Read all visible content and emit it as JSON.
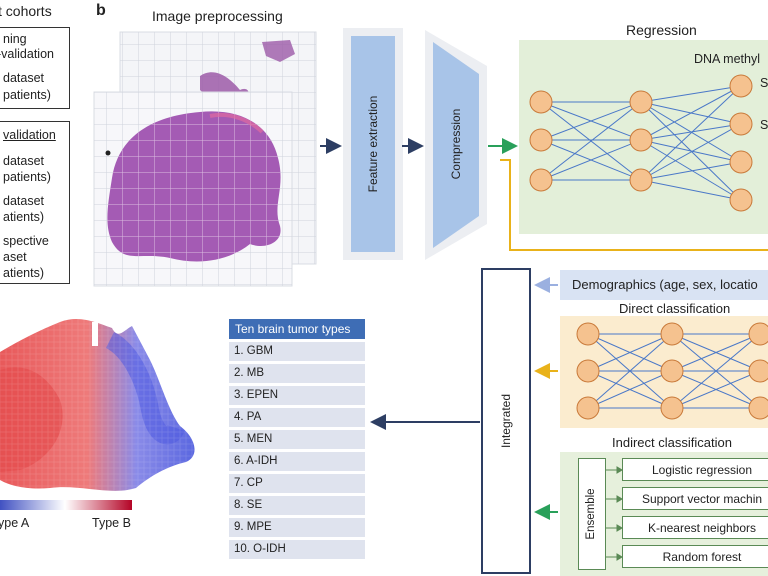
{
  "panel_b_label": "b",
  "cohorts": {
    "title": "t cohorts",
    "box1_lines": [
      "ning",
      "-validation",
      "dataset",
      "patients)"
    ],
    "validation_title": "validation",
    "box2_lines": [
      "dataset",
      "patients)",
      "dataset",
      "atients)",
      "spective",
      "aset",
      "atients)"
    ]
  },
  "preprocessing_label": "Image preprocessing",
  "feature_extraction_label": "Feature extraction",
  "compression_label": "Compression",
  "regression": {
    "title": "Regression",
    "subtitle": "DNA methyl",
    "site_labels": [
      "Si",
      "Si"
    ]
  },
  "demographics_label": "Demographics (age, sex, locatio",
  "direct_classification_label": "Direct classification",
  "indirect_classification_label": "Indirect classification",
  "integrated_label": "Integrated",
  "ensemble_label": "Ensemble",
  "methods": [
    "Logistic regression",
    "Support vector machin",
    "K-nearest neighbors",
    "Random forest"
  ],
  "tumor_types": {
    "header": "Ten brain tumor types",
    "items": [
      "1. GBM",
      "2. MB",
      "3. EPEN",
      "4. PA",
      "5. MEN",
      "6. A-IDH",
      "7. CP",
      "8. SE",
      "9. MPE",
      "10. O-IDH"
    ]
  },
  "heatmap_legend": {
    "left": "ype A",
    "right": "Type B",
    "colors": [
      "#3b4cc0",
      "#ffffff",
      "#b40426"
    ]
  },
  "colors": {
    "regression_bg": "#e3efd9",
    "direct_bg": "#fbeccf",
    "indirect_bg": "#e6f0dc",
    "node_fill": "#f5c28f",
    "node_stroke": "#c97a3a",
    "edge": "#4a78c8",
    "arrow_dark": "#2d3e63",
    "arrow_green": "#29a05a",
    "arrow_yellow": "#e9b21a",
    "arrow_lightblue": "#9bb0e0",
    "feature_box": "#a8c4e8",
    "tumor_header": "#3e6db5",
    "tumor_item": "#dfe3ee"
  }
}
